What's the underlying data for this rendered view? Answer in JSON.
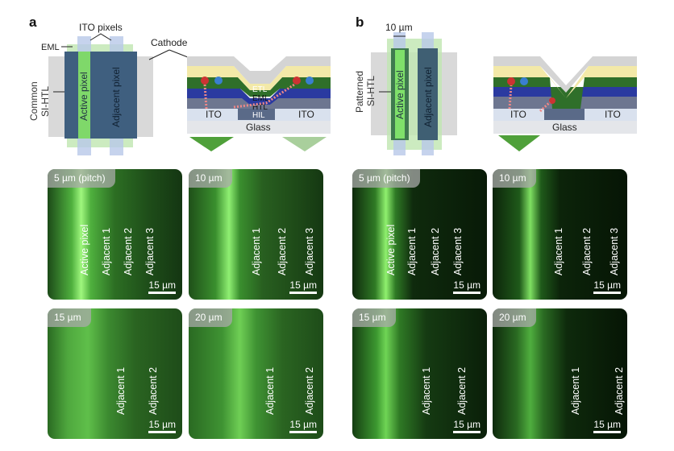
{
  "panel_a": {
    "letter": "a",
    "schematic": {
      "ito_pixels": "ITO pixels",
      "eml": "EML",
      "cathode": "Cathode",
      "htl_line1": "Common",
      "htl_line2": "SI-HTL",
      "active_pixel": "Active pixel",
      "adjacent_pixel": "Adjacent pixel"
    },
    "cross_section": {
      "etl": "ETL",
      "eml": "EML",
      "htl": "HTL",
      "hil": "HIL",
      "ito_left": "ITO",
      "ito_right": "ITO",
      "glass": "Glass"
    },
    "tiles": [
      {
        "title": "5 µm (pitch)",
        "labels": [
          "Active pixel",
          "Adjacent 1",
          "Adjacent 2",
          "Adjacent 3"
        ],
        "scale": "15 µm"
      },
      {
        "title": "10 µm",
        "labels": [
          "Adjacent 1",
          "Adjacent 2",
          "Adjacent 3"
        ],
        "scale": "15 µm"
      },
      {
        "title": "15 µm",
        "labels": [
          "Adjacent 1",
          "Adjacent 2"
        ],
        "scale": "15 µm"
      },
      {
        "title": "20 µm",
        "labels": [
          "Adjacent 1",
          "Adjacent 2"
        ],
        "scale": "15 µm"
      }
    ]
  },
  "panel_b": {
    "letter": "b",
    "schematic": {
      "width": "10 µm",
      "htl_line1": "Patterned",
      "htl_line2": "SI-HTL",
      "active_pixel": "Active pixel",
      "adjacent_pixel": "Adjacent pixel"
    },
    "cross_section": {
      "ito_left": "ITO",
      "ito_right": "ITO",
      "glass": "Glass"
    },
    "tiles": [
      {
        "title": "5 µm (pitch)",
        "labels": [
          "Active pixel",
          "Adjacent 1",
          "Adjacent 2",
          "Adjacent 3"
        ],
        "scale": "15 µm"
      },
      {
        "title": "10 µm",
        "labels": [
          "Adjacent 1",
          "Adjacent 2",
          "Adjacent 3"
        ],
        "scale": "15 µm"
      },
      {
        "title": "15 µm",
        "labels": [
          "Adjacent 1",
          "Adjacent 2"
        ],
        "scale": "15 µm"
      },
      {
        "title": "20 µm",
        "labels": [
          "Adjacent 1",
          "Adjacent 2"
        ],
        "scale": "15 µm"
      }
    ]
  },
  "colors": {
    "green_emission": "#6fe36a",
    "cathode": "#d4d4d4",
    "etl": "#f3e9a8",
    "eml": "#2f6f2a",
    "htl": "#2a3aa0",
    "hil": "#5a6a88",
    "ito": "#d9e1ee"
  }
}
